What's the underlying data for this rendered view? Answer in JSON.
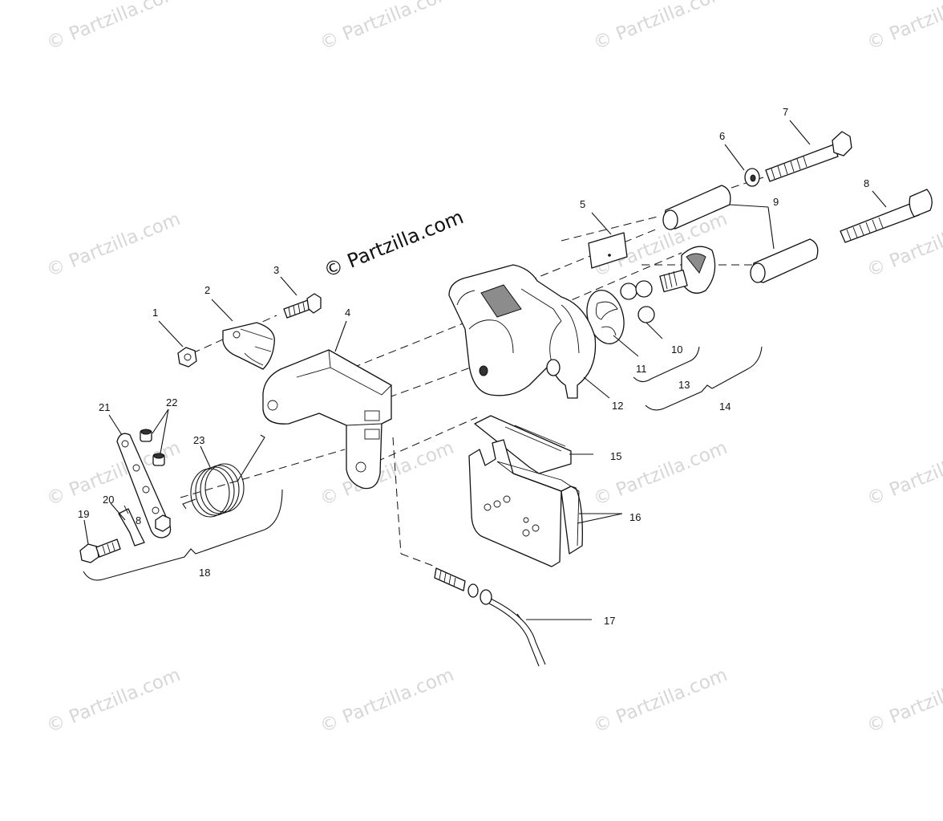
{
  "watermark": {
    "main_text": "© Partzilla.com",
    "tile_text": "© Partzilla.com"
  },
  "callouts": {
    "c1": "1",
    "c2": "2",
    "c3": "3",
    "c4": "4",
    "c5": "5",
    "c6": "6",
    "c7": "7",
    "c8": "8",
    "c9": "9",
    "c10": "10",
    "c11": "11",
    "c12": "12",
    "c13": "13",
    "c14": "14",
    "c15": "15",
    "c16": "16",
    "c17": "17",
    "c18": "18",
    "c19": "19",
    "c20": "20",
    "c21": "21",
    "c22": "22",
    "c23": "23"
  },
  "colors": {
    "ink": "#111111",
    "watermark": "#d7d7d7",
    "background": "#ffffff"
  }
}
